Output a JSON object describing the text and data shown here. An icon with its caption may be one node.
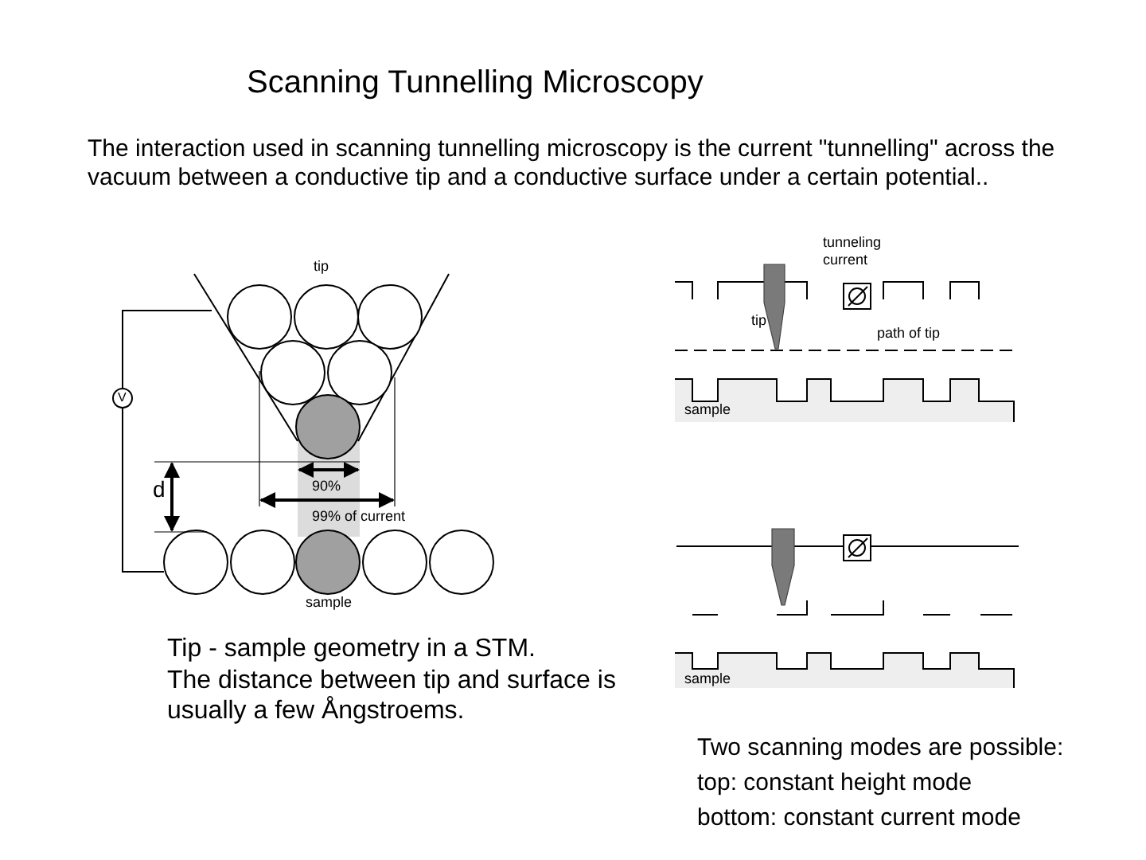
{
  "diagram": {
    "title": "Scanning Tunnelling Microscopy",
    "labels": [
      "The interaction used in scanning tunnelling microscopy is the current \"tunnelling\" across the vacuum between a conductive tip and a conductive surface under a certain potential..",
      "tip",
      "V",
      "d",
      "90%",
      "99% of current",
      "sample",
      "Tip - sample geometry in a STM.",
      "The distance between tip and surface is usually a few Ångstroems.",
      "tunneling current",
      "tip",
      "path of tip",
      "sample",
      "sample",
      "Two scanning modes are possible:",
      "top: constant height mode",
      "bottom: constant current mode"
    ]
  }
}
